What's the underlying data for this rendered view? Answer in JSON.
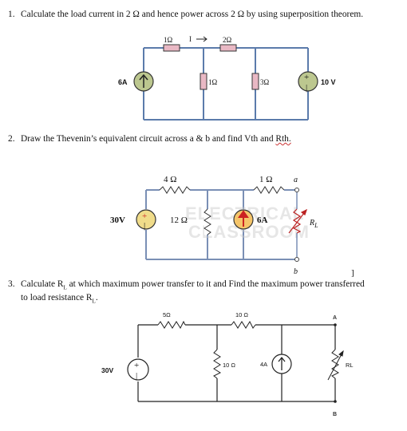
{
  "q1": {
    "number": "1.",
    "text": "Calculate the load current in 2 Ω and hence power across 2 Ω by using superposition theorem.",
    "labels": {
      "r1": "1Ω",
      "r2": "2Ω",
      "current": "I",
      "r3": "1Ω",
      "r4": "3Ω",
      "source_current": "6A",
      "source_voltage": "10 V"
    }
  },
  "q2": {
    "number": "2.",
    "text_before": "Draw the Thevenin’s equivalent circuit across a & b and find Vth and ",
    "text_rth": "Rth.",
    "labels": {
      "r1": "4 Ω",
      "r2": "1 Ω",
      "terminal_a": "a",
      "terminal_b": "b",
      "source_voltage": "30V",
      "r3": "12 Ω",
      "source_current": "6A",
      "load": "R",
      "load_sub": "L",
      "watermark_1": "ELECTRICAL",
      "watermark_2": "CLASSROOM"
    }
  },
  "q3": {
    "number": "3.",
    "line1": "Calculate R",
    "line1_sub": "L",
    "line1_rest": " at which maximum power transfer to it and Find the maximum power transferred",
    "line2": "to load resistance R",
    "line2_sub": "L",
    "line2_rest": ".",
    "stray_mark": "]",
    "labels": {
      "r1": "5Ω",
      "r2": "10 Ω",
      "terminal_a": "A",
      "terminal_b": "B",
      "source_voltage": "30V",
      "r3": "10 Ω",
      "source_current": "4A",
      "load": "RL"
    }
  },
  "colors": {
    "wire": "#5b7bab",
    "resistor_fill": "#e9b8c4",
    "source_fill": "#bcc78f",
    "wire2": "#7a8fb5"
  }
}
